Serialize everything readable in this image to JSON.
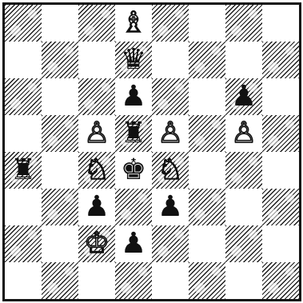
{
  "board": {
    "orientation": "white-bottom",
    "colors": {
      "light_square": "#ffffff",
      "dark_square_hatch": "#1a1a1a",
      "frame": "#111111"
    },
    "pieces": [
      {
        "square": "d8",
        "color": "white",
        "type": "bishop",
        "glyph": "♗",
        "icon": "white-bishop-icon"
      },
      {
        "square": "d7",
        "color": "black",
        "type": "queen",
        "glyph": "♛",
        "icon": "black-queen-icon"
      },
      {
        "square": "d6",
        "color": "black",
        "type": "pawn",
        "glyph": "♟",
        "icon": "black-pawn-icon"
      },
      {
        "square": "g6",
        "color": "black",
        "type": "pawn",
        "glyph": "♟",
        "icon": "black-pawn-icon"
      },
      {
        "square": "c5",
        "color": "white",
        "type": "pawn",
        "glyph": "♙",
        "icon": "white-pawn-icon"
      },
      {
        "square": "d5",
        "color": "black",
        "type": "rook",
        "glyph": "♜",
        "icon": "black-rook-icon"
      },
      {
        "square": "e5",
        "color": "white",
        "type": "pawn",
        "glyph": "♙",
        "icon": "white-pawn-icon"
      },
      {
        "square": "g5",
        "color": "white",
        "type": "pawn",
        "glyph": "♙",
        "icon": "white-pawn-icon"
      },
      {
        "square": "a4",
        "color": "black",
        "type": "rook",
        "glyph": "♜",
        "icon": "black-rook-icon"
      },
      {
        "square": "c4",
        "color": "white",
        "type": "knight",
        "glyph": "♘",
        "icon": "white-knight-icon"
      },
      {
        "square": "d4",
        "color": "black",
        "type": "king",
        "glyph": "♚",
        "icon": "black-king-icon"
      },
      {
        "square": "e4",
        "color": "white",
        "type": "knight",
        "glyph": "♘",
        "icon": "white-knight-icon"
      },
      {
        "square": "c3",
        "color": "black",
        "type": "pawn",
        "glyph": "♟",
        "icon": "black-pawn-icon"
      },
      {
        "square": "e3",
        "color": "black",
        "type": "pawn",
        "glyph": "♟",
        "icon": "black-pawn-icon"
      },
      {
        "square": "c2",
        "color": "white",
        "type": "king",
        "glyph": "♔",
        "icon": "white-king-icon"
      },
      {
        "square": "d2",
        "color": "black",
        "type": "pawn",
        "glyph": "♟",
        "icon": "black-pawn-icon"
      }
    ]
  }
}
